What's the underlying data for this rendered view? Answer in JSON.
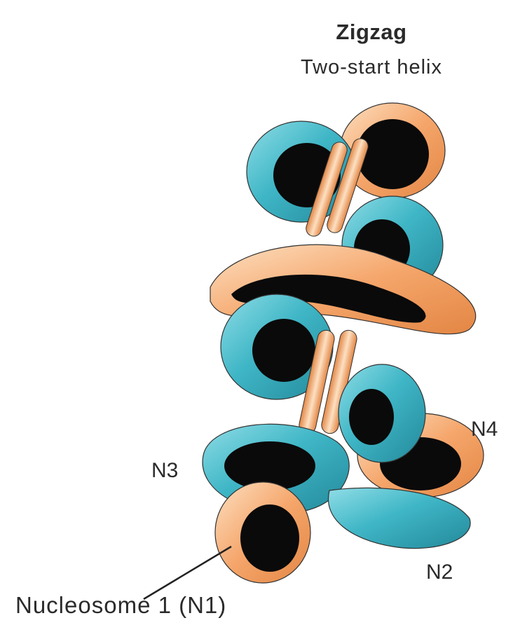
{
  "header": {
    "title": "Zigzag",
    "subtitle": "Two-start helix"
  },
  "labels": {
    "n1": "Nucleosome 1 (N1)",
    "n2": "N2",
    "n3": "N3",
    "n4": "N4"
  },
  "colors": {
    "nucleosome_teal": "#3fb6c6",
    "nucleosome_teal_dark": "#2a93a4",
    "dna_orange": "#f5a66b",
    "dna_orange_light": "#fbd0aa",
    "core_black": "#0a0a0a"
  }
}
